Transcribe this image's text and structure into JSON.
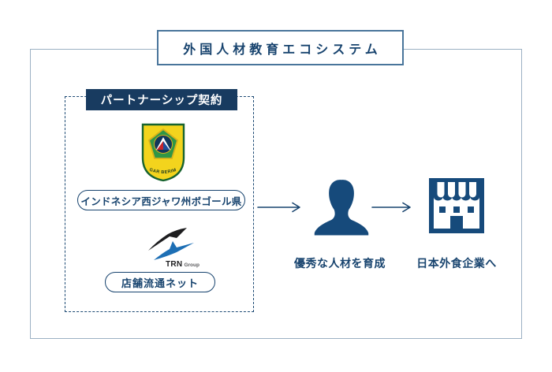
{
  "colors": {
    "navy": "#17436e",
    "outer_border": "#9bb0c3",
    "title_border": "#49759b",
    "header_bg": "#183b60",
    "trn_blue": "#1d6fb5",
    "trn_black": "#1d1d1f",
    "emblem_yellow": "#f3d41d",
    "emblem_green": "#2f9646",
    "emblem_green_dark": "#17632f",
    "emblem_gold": "#d8b11c",
    "emblem_red": "#c6252c",
    "emblem_blue": "#1f4e9c",
    "emblem_circle_navy": "#10375c"
  },
  "title_box": {
    "title": "外国人材教育エコシステム"
  },
  "partnership": {
    "header_label": "パートナーシップ契約",
    "members": [
      {
        "name_label": "インドネシア西ジャワ州ボゴール県",
        "logo_icon": "bogor-regency-emblem-icon",
        "emblem_motto": "TEGAR BERIMAN"
      },
      {
        "name_label": "店舗流通ネット",
        "logo_icon": "trn-group-logo-icon",
        "logo_text": "TRN",
        "logo_text_sub": "Group"
      }
    ]
  },
  "flow": {
    "trainee_caption": "優秀な人材を育成",
    "company_caption": "日本外食企業へ",
    "person_icon": "person-silhouette-icon",
    "store_icon": "storefront-icon",
    "arrow_icon": "right-arrow-icon"
  }
}
